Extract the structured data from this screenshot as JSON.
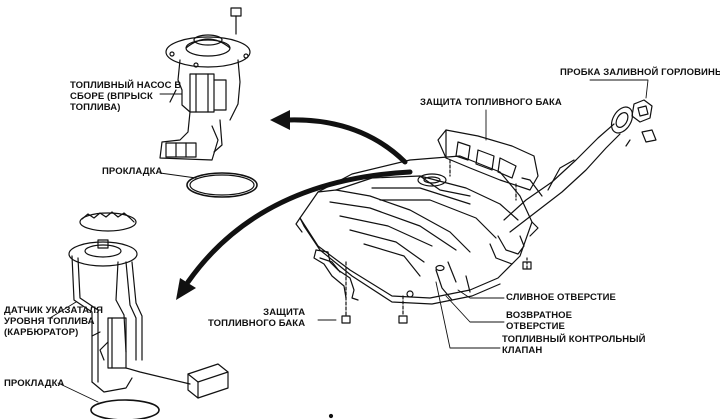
{
  "labels": {
    "fuel_pump_injection": [
      "ТОПЛИВНЫЙ НАСОС В",
      "СБОРЕ (ВПРЫСК",
      "ТОПЛИВА)"
    ],
    "gasket_top": "ПРОКЛАДКА",
    "filler_cap": "ПРОБКА ЗАЛИВНОЙ ГОРЛОВИНЫ",
    "tank_guard_top": "ЗАЩИТА ТОПЛИВНОГО БАКА",
    "level_sender_carb": [
      "ДАТЧИК УКАЗАТАЛЯ",
      "УРОВНЯ ТОПЛИВА",
      "(КАРБЮРАТОР)"
    ],
    "tank_guard_bottom": [
      "ЗАЩИТА",
      "ТОПЛИВНОГО БАКА"
    ],
    "drain_hole": "СЛИВНОЕ ОТВЕРСТИЕ",
    "return_hole": [
      "ВОЗВРАТНОЕ",
      "ОТВЕРСТИЕ"
    ],
    "control_valve": [
      "ТОПЛИВНЫЙ КОНТРОЛЬНЫЙ",
      "КЛАПАН"
    ],
    "gasket_bottom": "ПРОКЛАДКА"
  },
  "colors": {
    "ink": "#111111",
    "background": "#ffffff"
  }
}
